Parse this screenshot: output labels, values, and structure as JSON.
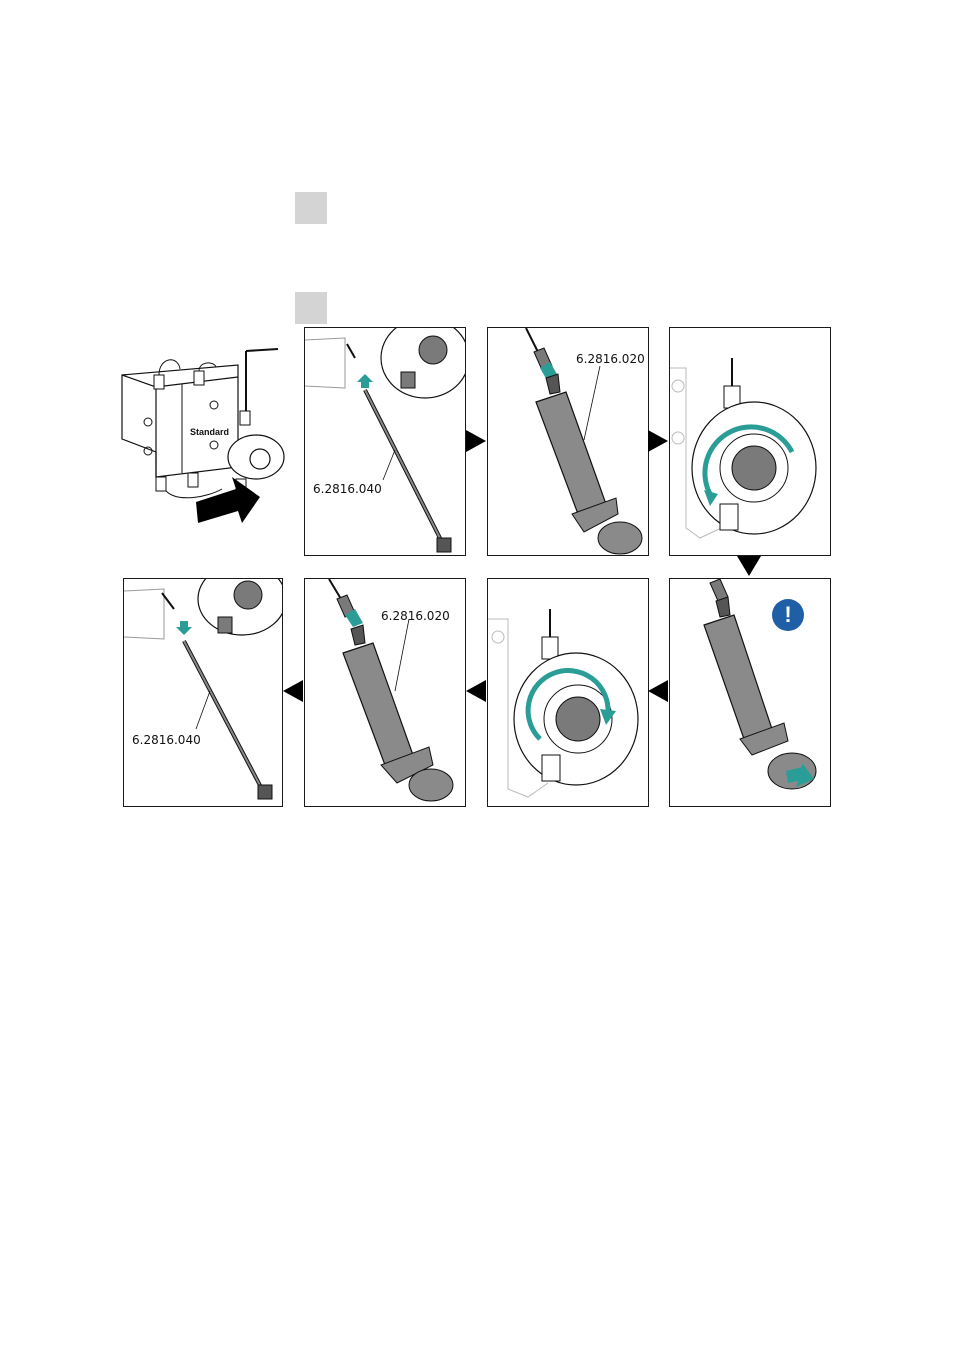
{
  "steps": [
    {
      "marker": ""
    },
    {
      "marker": ""
    }
  ],
  "figure": {
    "overview_label": "Standard",
    "part_tube": "6.2816.040",
    "part_syringe": "6.2816.020",
    "warning_glyph": "!",
    "accent_color": "#2a9d96",
    "warning_color": "#1f5fa6"
  }
}
